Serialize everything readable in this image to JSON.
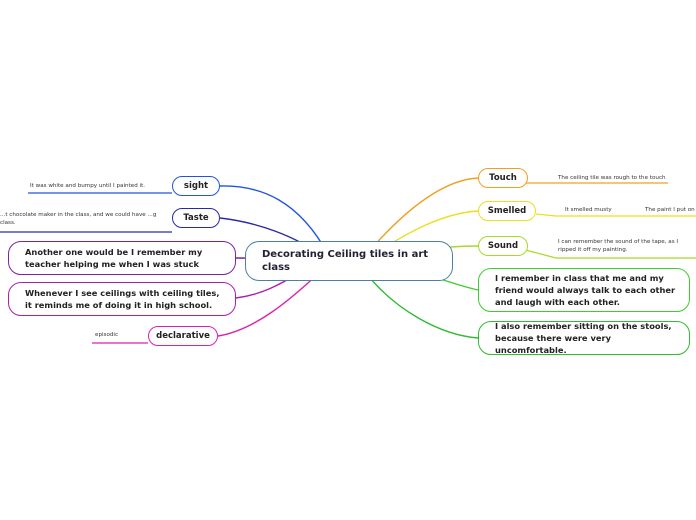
{
  "central": {
    "text": "Decorating Ceiling tiles in art class",
    "color": "#4a7fa8"
  },
  "left_branches": [
    {
      "id": "sight",
      "label": "sight",
      "color": "#2255dd",
      "note": "It was white and bumpy until I painted it."
    },
    {
      "id": "taste",
      "label": "Taste",
      "color": "#2a2aa8",
      "note": "...t chocolate maker in the class, and we could have ...g class."
    },
    {
      "id": "helping",
      "label": "Another one would be I remember my teacher helping me when I was stuck",
      "color": "#7a22aa"
    },
    {
      "id": "whenever",
      "label": "Whenever I see ceilings with ceiling tiles, it reminds me of doing it in high school.",
      "color": "#aa22aa"
    },
    {
      "id": "declarative",
      "label": "declarative",
      "color": "#dd22aa",
      "note": "episodic"
    }
  ],
  "right_branches": [
    {
      "id": "touch",
      "label": "Touch",
      "color": "#f0a020",
      "note": "The ceiling tile was rough to the touch"
    },
    {
      "id": "smelled",
      "label": "Smelled",
      "color": "#e8e020",
      "note": "It smelled musty",
      "note2": "The paint I put on s..."
    },
    {
      "id": "sound",
      "label": "Sound",
      "color": "#a8d828",
      "note": "I can remember the sound of the tape, as I ripped it off my painting."
    },
    {
      "id": "friend",
      "label": "I remember in class that me and my friend would always talk to each other and laugh with each other.",
      "color": "#40cc30"
    },
    {
      "id": "stools",
      "label": "I also remember sitting on the stools, because there were very uncomfortable.",
      "color": "#30bb30"
    }
  ]
}
